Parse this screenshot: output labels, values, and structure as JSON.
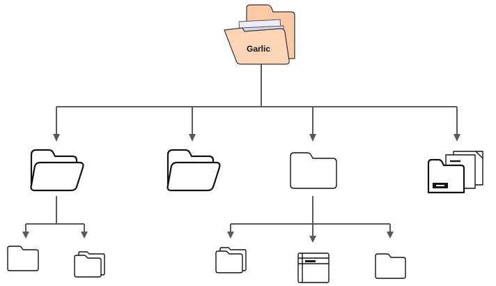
{
  "diagram": {
    "root": {
      "label": "Garlic",
      "icon": "open-folder-with-papers-icon",
      "colors": {
        "front": "#fbd5b5",
        "back": "#fbc9a3",
        "paper": "#ecebf7",
        "paper_alt": "#d9d6ee"
      }
    },
    "level1": [
      {
        "icon": "open-folder-icon"
      },
      {
        "icon": "open-folder-icon"
      },
      {
        "icon": "closed-folder-icon"
      },
      {
        "icon": "folder-with-documents-icon"
      }
    ],
    "level2": [
      {
        "parent": 0,
        "icon": "closed-folder-icon"
      },
      {
        "parent": 0,
        "icon": "stacked-folders-icon"
      },
      {
        "parent": 2,
        "icon": "stacked-folders-icon"
      },
      {
        "parent": 2,
        "icon": "file-drawer-folder-icon"
      },
      {
        "parent": 2,
        "icon": "closed-folder-icon"
      }
    ],
    "connector_color": "#595959"
  }
}
